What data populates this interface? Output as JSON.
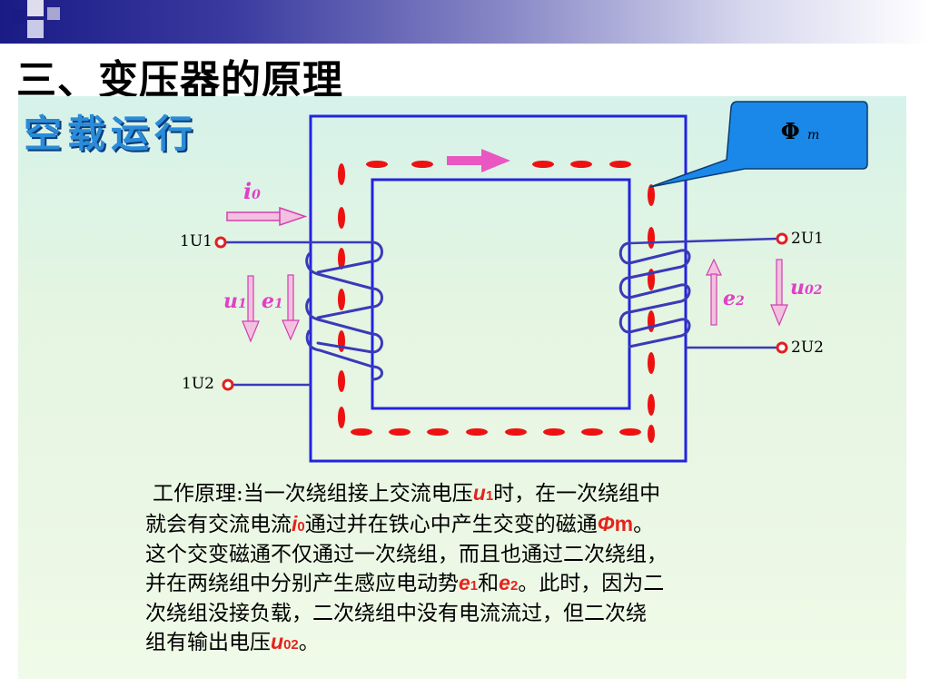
{
  "slide": {
    "title": "三、变压器的原理",
    "section_label": "空载运行"
  },
  "diagram": {
    "callout": {
      "symbol": "Φ",
      "subscript": "m"
    },
    "current_label": {
      "symbol": "i",
      "subscript": "0"
    },
    "terminals": {
      "primary_top": "1U1",
      "primary_bottom": "1U2",
      "secondary_top": "2U1",
      "secondary_bottom": "2U2"
    },
    "symbols": {
      "u1": {
        "symbol": "u",
        "subscript": "1"
      },
      "e1": {
        "symbol": "e",
        "subscript": "1"
      },
      "e2": {
        "symbol": "e",
        "subscript": "2"
      },
      "u02": {
        "symbol": "u",
        "subscript": "02"
      }
    },
    "colors": {
      "core": "#2323e0",
      "winding": "#3a3ab8",
      "flux": "#ee1111",
      "arrow": "#e858c0",
      "callout": "#1a88e8",
      "terminal": "#e02020"
    }
  },
  "explanation": {
    "l1_a": "工作原理:当一次绕组接上交流电压",
    "l1_u": "u",
    "l1_u_sub": "1",
    "l1_b": "时，在一次绕组中",
    "l2_a": "就会有交流电流",
    "l2_i": "i",
    "l2_i_sub": "0",
    "l2_b": "通过并在铁心中产生交变的磁通",
    "l2_phi": "Φ",
    "l2_phi_m": "m",
    "l2_c": "。",
    "l3": "这个交变磁通不仅通过一次绕组，而且也通过二次绕组，",
    "l4_a": "并在两绕组中分别产生感应电动势",
    "l4_e1": "e",
    "l4_e1_sub": "1",
    "l4_b": "和",
    "l4_e2": "e",
    "l4_e2_sub": "2",
    "l4_c": "。此时，因为二",
    "l5": "次绕组没接负载，二次绕组中没有电流流过，但二次绕",
    "l6_a": "组有输出电压",
    "l6_u": "u",
    "l6_u_sub": "02",
    "l6_b": "。"
  }
}
